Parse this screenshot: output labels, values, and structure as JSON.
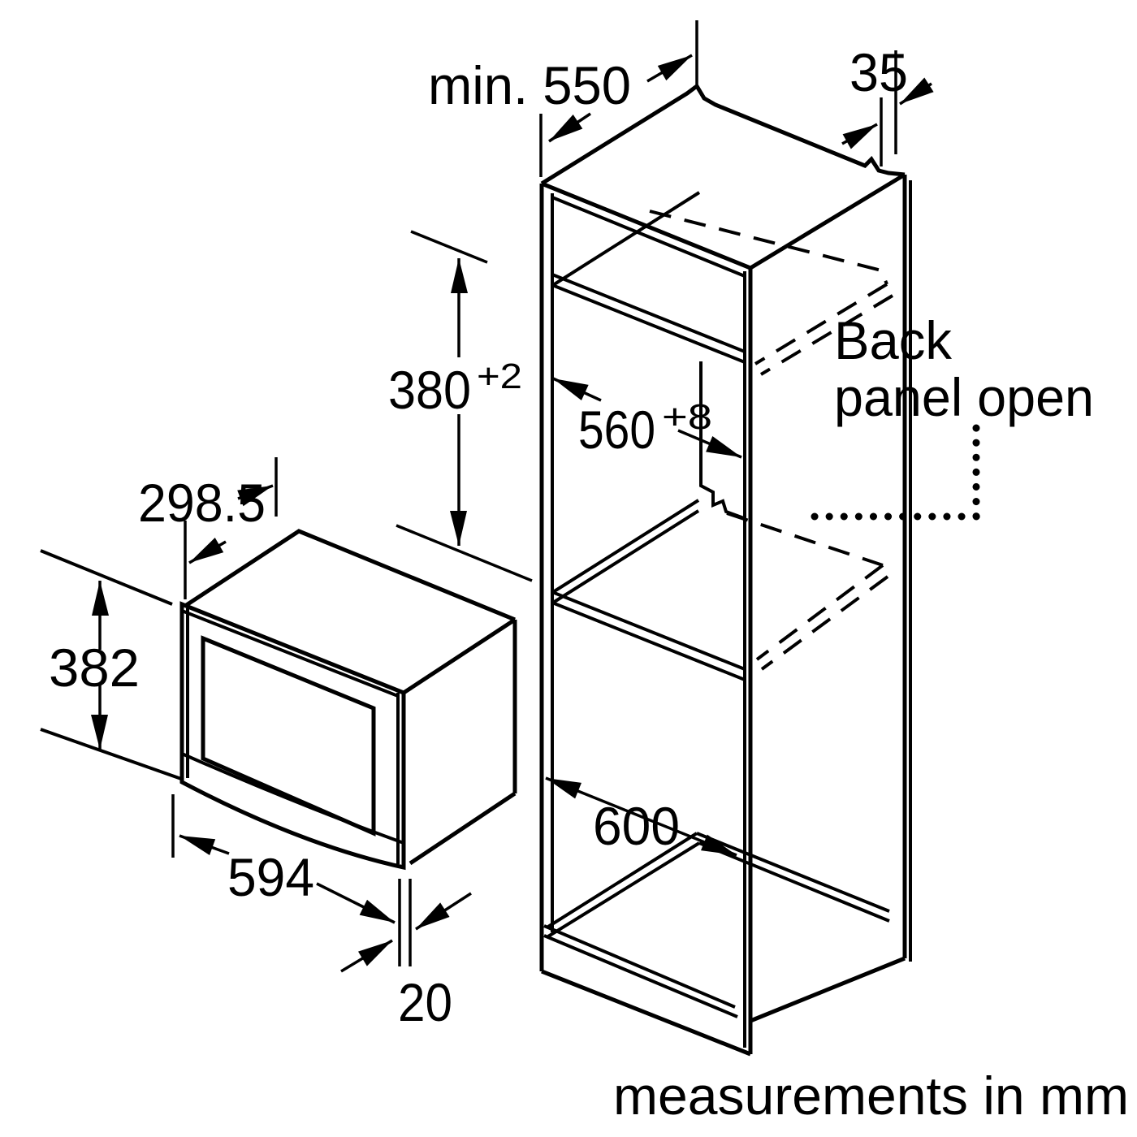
{
  "title": "Built-in microwave niche installation drawing",
  "units_note": "measurements in mm",
  "colors": {
    "ink": "#000000",
    "background": "#ffffff"
  },
  "labels": {
    "cabinet_depth": "min. 550",
    "wall_thickness": "35",
    "niche_height": "380",
    "niche_height_tolerance": "+2",
    "niche_width": "560",
    "niche_width_tolerance": "+8",
    "back_panel_line1": "Back",
    "back_panel_line2": "panel open",
    "appliance_depth": "298.5",
    "appliance_height": "382",
    "appliance_width": "594",
    "door_overhang": "20",
    "lower_niche": "600",
    "footer": "measurements in mm"
  }
}
